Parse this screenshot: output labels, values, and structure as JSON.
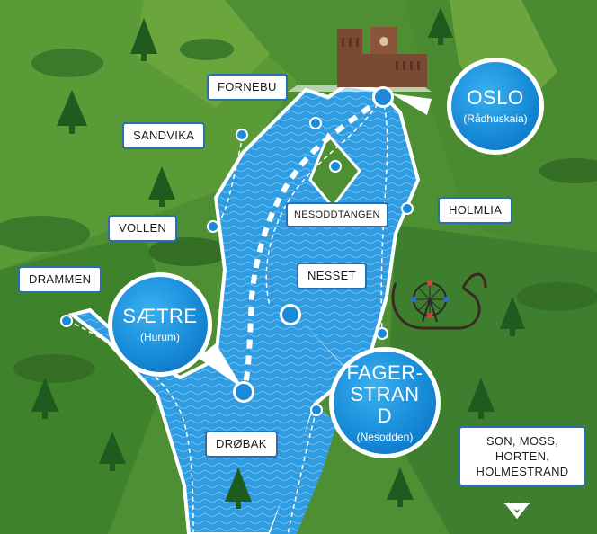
{
  "stops": {
    "fornebu": "FORNEBU",
    "sandvika": "SANDVIKA",
    "vollen": "VOLLEN",
    "drammen": "DRAMMEN",
    "nesoddtangen": "NESODDTANGEN",
    "holmlia": "HOLMLIA",
    "nesset": "NESSET",
    "drobak": "DRØBAK",
    "south": "SON, MOSS, HORTEN, HOLMESTRAND"
  },
  "hubs": {
    "oslo": {
      "name": "OSLO",
      "sub": "(Rådhuskaia)"
    },
    "saetre": {
      "name": "SÆTRE",
      "sub": "(Hurum)"
    },
    "fagerstrand": {
      "name": "FAGER-STRAND",
      "sub": "(Nesodden)"
    }
  },
  "colors": {
    "land_dark": "#3d7f2e",
    "land_light": "#6aa63c",
    "water": "#2f9be0",
    "route": "#ffffff",
    "hub": "#1588d6"
  },
  "icons": {
    "city_hall": "city-hall-icon",
    "ferris_wheel": "ferris-wheel-icon",
    "tree": "pine-tree-icon",
    "south_arrow": "chevron-down-icon"
  }
}
